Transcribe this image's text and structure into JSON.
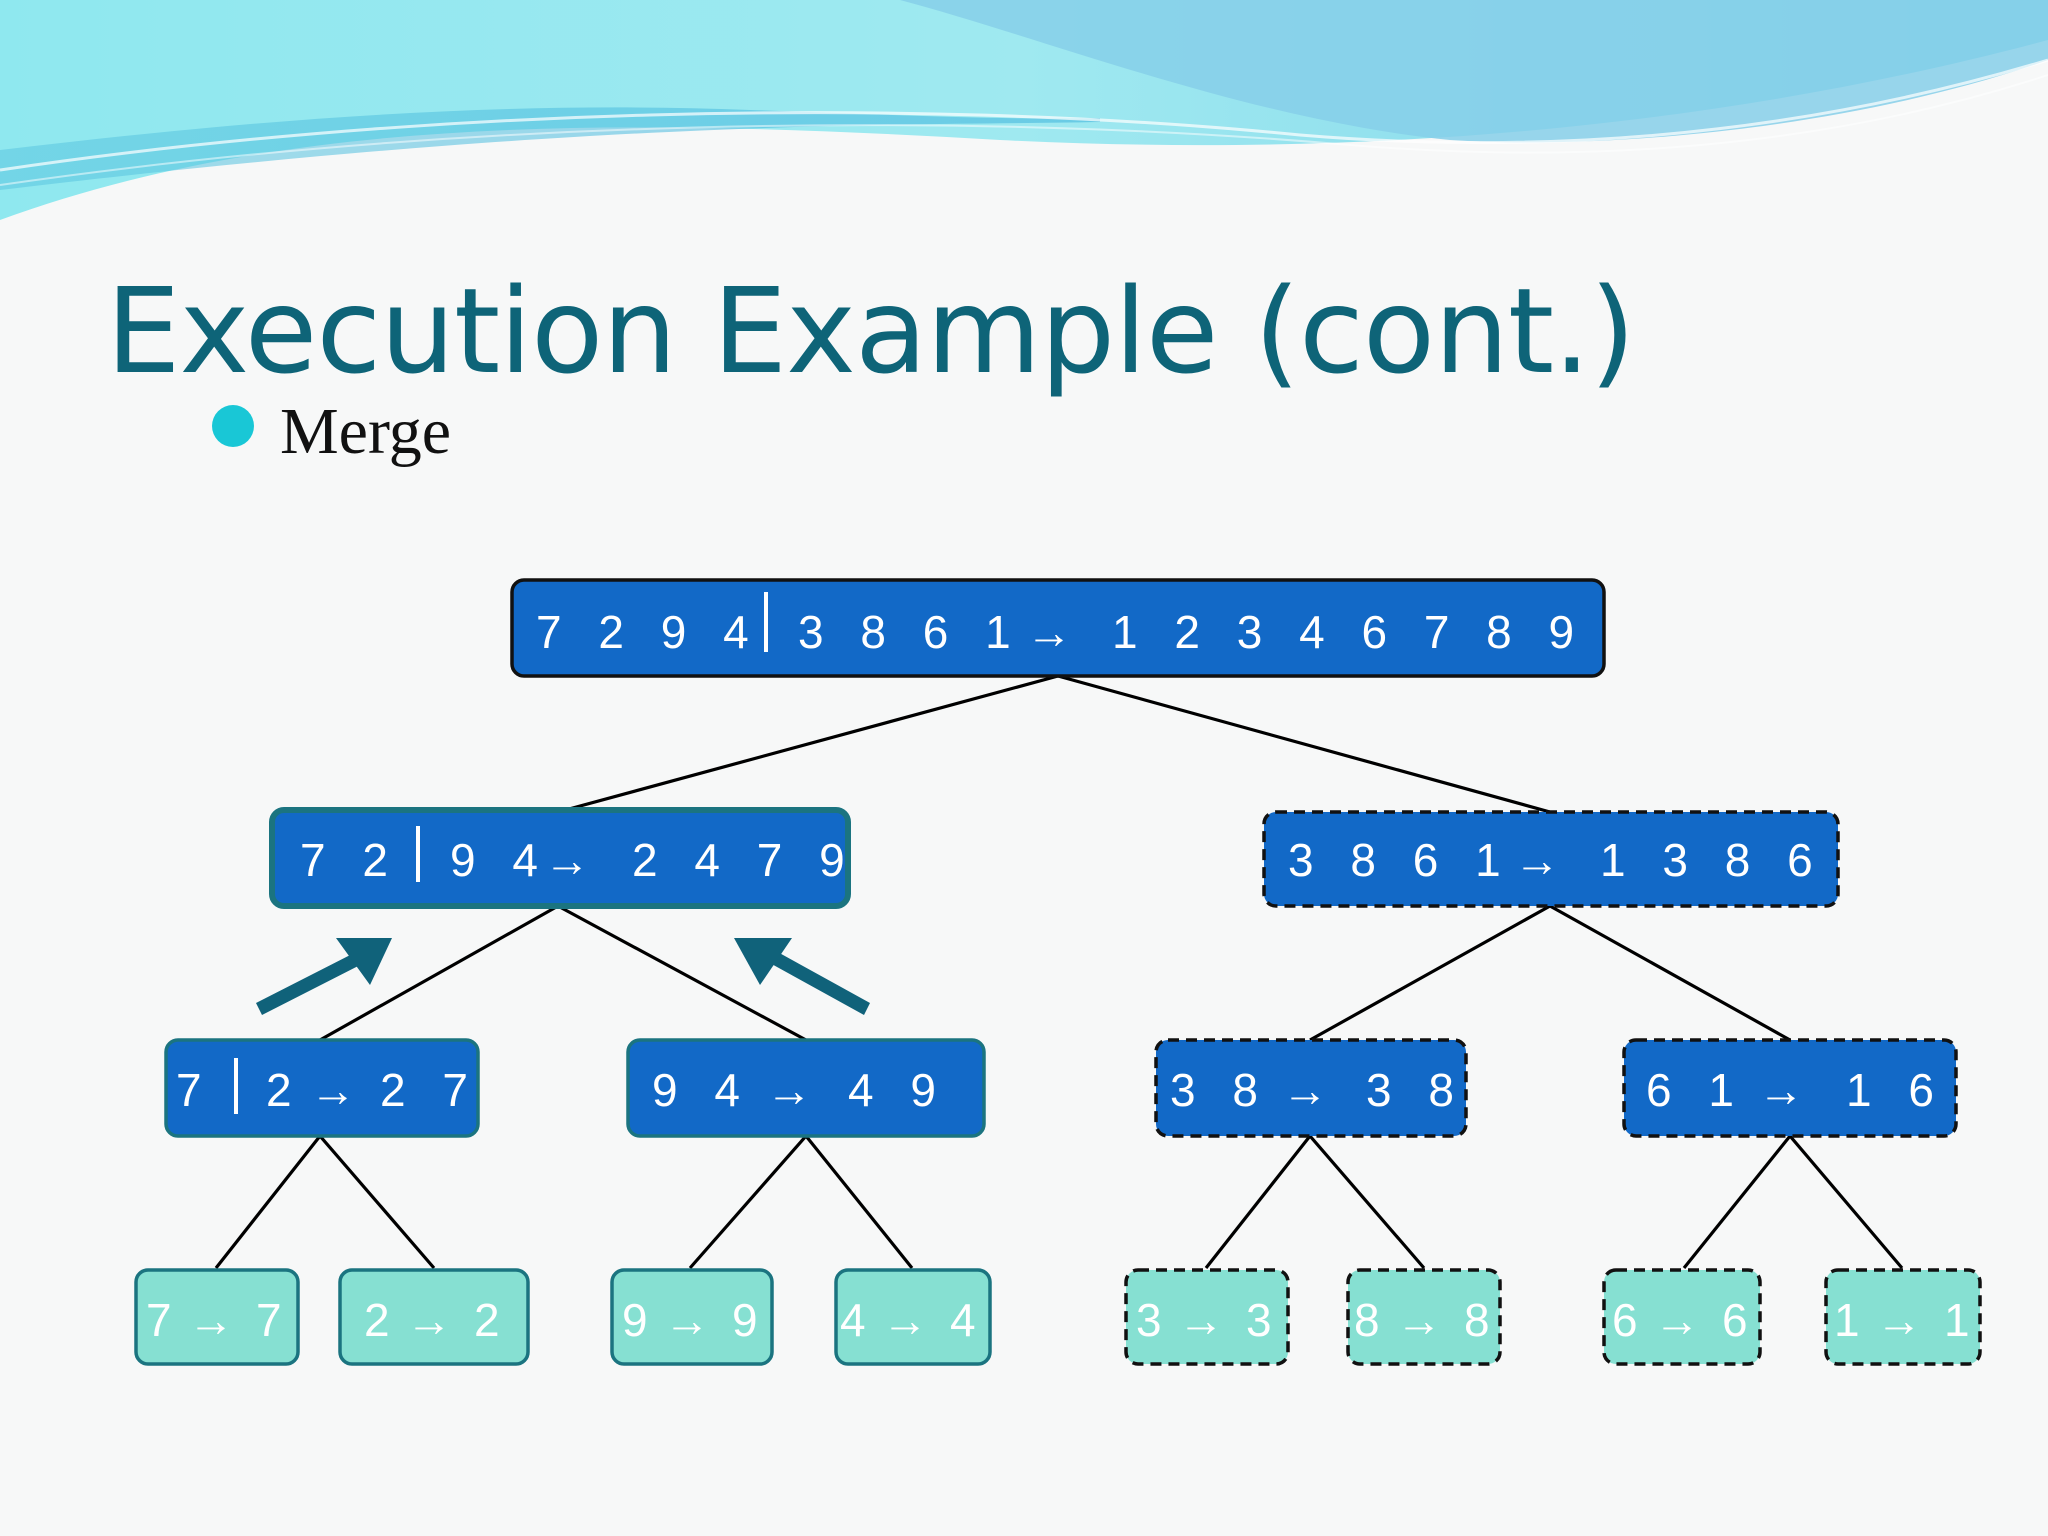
{
  "slide": {
    "title": "Execution Example (cont.)",
    "bullet": "Merge"
  },
  "colors": {
    "title": "#0e6478",
    "bullet_dot": "#19c7d6",
    "node_blue": "#1269c7",
    "node_teal": "#86e0d2",
    "merge_arrow": "#10627a"
  },
  "tree": {
    "root": {
      "left": "7 2 9 4",
      "right": "3 8 6 1",
      "result": "1 2 3 4 6 7 8 9"
    },
    "level1": [
      {
        "left": "7 2",
        "right": "9 4",
        "result": "2 4 7 9"
      },
      {
        "input": "3 8 6 1",
        "result": "1 3 8 6"
      }
    ],
    "level2": [
      {
        "left": "7",
        "right": "2",
        "result": "2 7"
      },
      {
        "input": "9 4",
        "result": "4 9"
      },
      {
        "input": "3 8",
        "result": "3 8"
      },
      {
        "input": "6 1",
        "result": "1 6"
      }
    ],
    "leaves": [
      {
        "input": "7",
        "result": "7"
      },
      {
        "input": "2",
        "result": "2"
      },
      {
        "input": "9",
        "result": "9"
      },
      {
        "input": "4",
        "result": "4"
      },
      {
        "input": "3",
        "result": "3"
      },
      {
        "input": "8",
        "result": "8"
      },
      {
        "input": "6",
        "result": "6"
      },
      {
        "input": "1",
        "result": "1"
      }
    ],
    "arrow_symbol": "→"
  }
}
